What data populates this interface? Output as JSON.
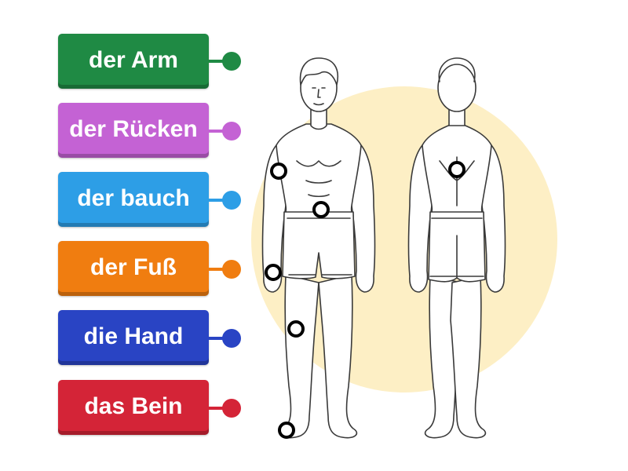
{
  "labels": [
    {
      "text": "der Arm",
      "color": "#1f8a44"
    },
    {
      "text": "der Rücken",
      "color": "#c462d4"
    },
    {
      "text": "der bauch",
      "color": "#2d9ee6"
    },
    {
      "text": "der Fuß",
      "color": "#f07d10"
    },
    {
      "text": "die Hand",
      "color": "#2944c4"
    },
    {
      "text": "das Bein",
      "color": "#d42437"
    }
  ],
  "illustration": {
    "background_color": "#fdefc5",
    "line_color": "#3a3a3a"
  },
  "targets_count": 6
}
